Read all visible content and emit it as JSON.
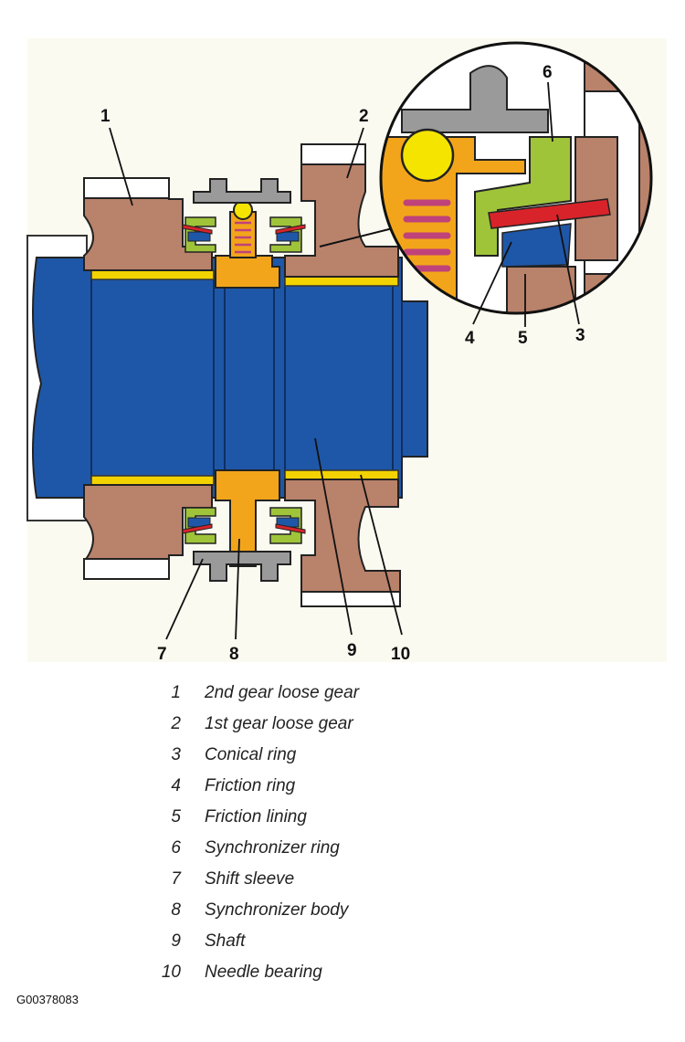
{
  "figure": {
    "code": "G00378083",
    "colors": {
      "gear": "#b9826b",
      "shaft": "#1f57a8",
      "bearing": "#f2d200",
      "synchronizer_body": "#f2a51a",
      "synchronizer_ring": "#9fc43a",
      "shift_sleeve": "#9a9a9a",
      "conical_ring": "#d8232a",
      "spring": "#c0427a",
      "background": "#fbfaf0"
    },
    "callouts": [
      {
        "num": "1",
        "target": "2nd gear loose gear"
      },
      {
        "num": "2",
        "target": "1st gear loose gear"
      },
      {
        "num": "6",
        "target": "Synchronizer ring"
      },
      {
        "num": "4",
        "target": "Friction ring"
      },
      {
        "num": "5",
        "target": "Friction lining"
      },
      {
        "num": "3",
        "target": "Conical ring"
      },
      {
        "num": "7",
        "target": "Shift sleeve"
      },
      {
        "num": "8",
        "target": "Synchronizer body"
      },
      {
        "num": "9",
        "target": "Shaft"
      },
      {
        "num": "10",
        "target": "Needle bearing"
      }
    ]
  },
  "legend": [
    {
      "num": "1",
      "label": "2nd gear loose gear"
    },
    {
      "num": "2",
      "label": "1st gear loose gear"
    },
    {
      "num": "3",
      "label": "Conical ring"
    },
    {
      "num": "4",
      "label": "Friction ring"
    },
    {
      "num": "5",
      "label": "Friction lining"
    },
    {
      "num": "6",
      "label": "Synchronizer ring"
    },
    {
      "num": "7",
      "label": "Shift sleeve"
    },
    {
      "num": "8",
      "label": "Synchronizer body"
    },
    {
      "num": "9",
      "label": "Shaft"
    },
    {
      "num": "10",
      "label": "Needle bearing"
    }
  ]
}
